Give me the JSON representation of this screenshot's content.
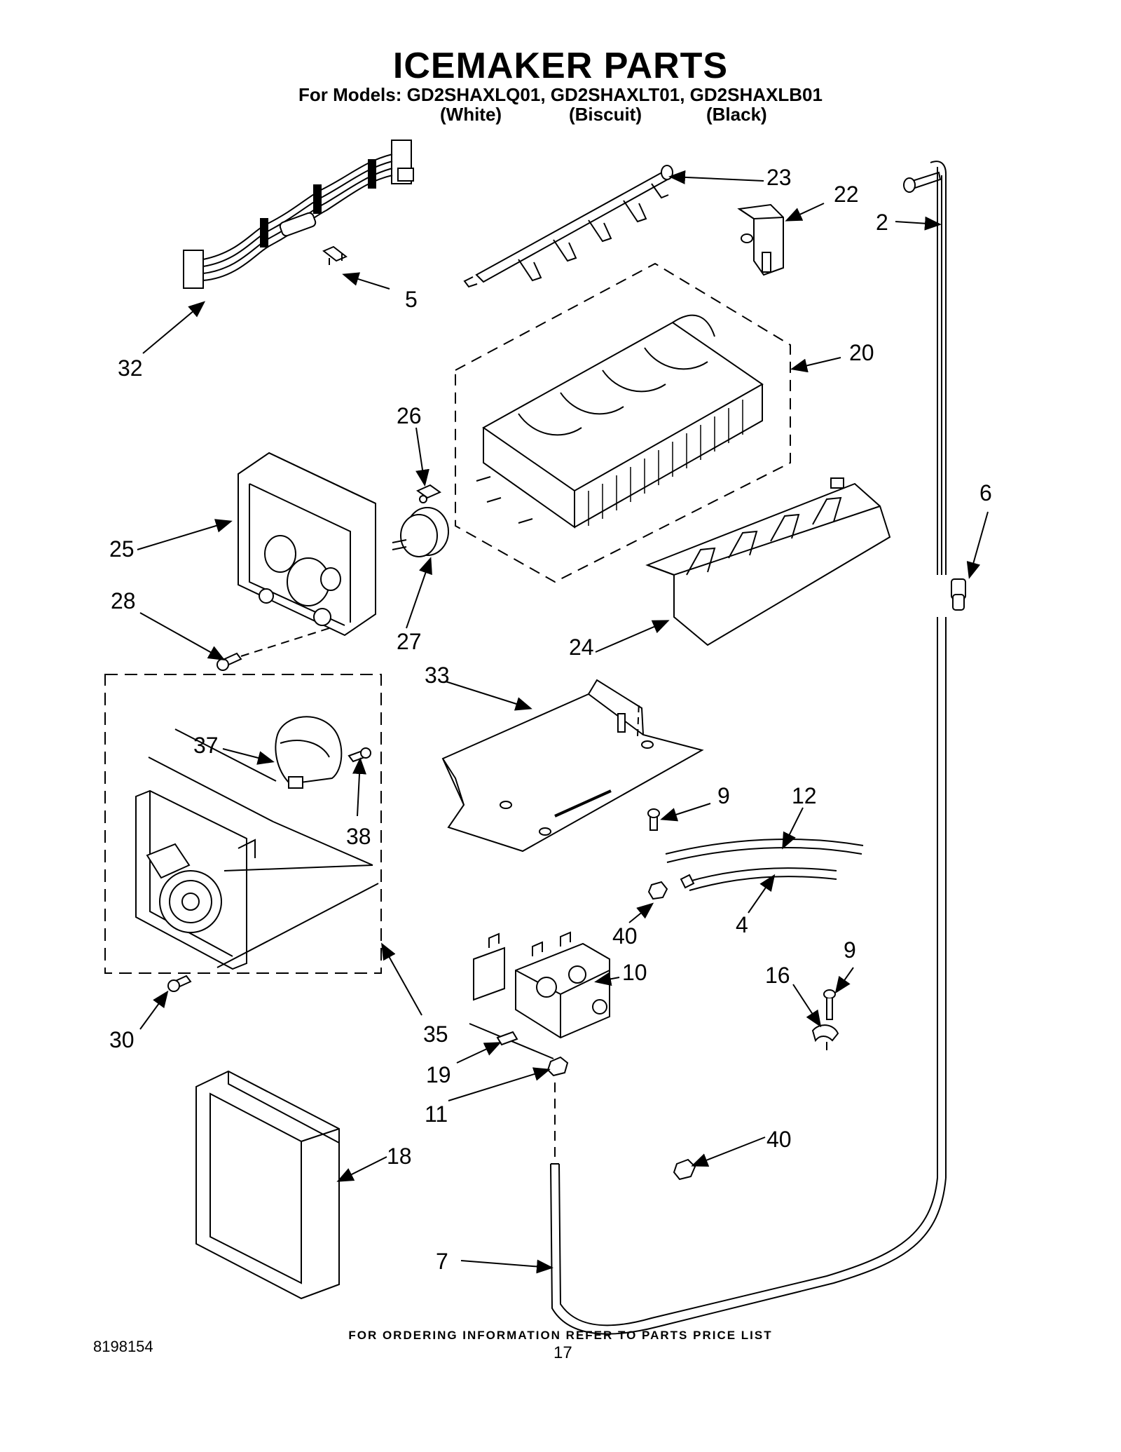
{
  "header": {
    "title": "ICEMAKER PARTS",
    "models_line": "For Models: GD2SHAXLQ01, GD2SHAXLT01, GD2SHAXLB01",
    "colors": [
      "(White)",
      "(Biscuit)",
      "(Black)"
    ]
  },
  "diagram": {
    "part_labels": [
      "23",
      "22",
      "2",
      "5",
      "32",
      "20",
      "26",
      "25",
      "6",
      "28",
      "27",
      "24",
      "33",
      "37",
      "9",
      "12",
      "38",
      "4",
      "40",
      "10",
      "9",
      "16",
      "30",
      "35",
      "19",
      "11",
      "18",
      "40",
      "7"
    ]
  },
  "footer": {
    "note": "FOR ORDERING INFORMATION REFER TO PARTS PRICE LIST",
    "doc_number": "8198154",
    "page_number": "17"
  }
}
